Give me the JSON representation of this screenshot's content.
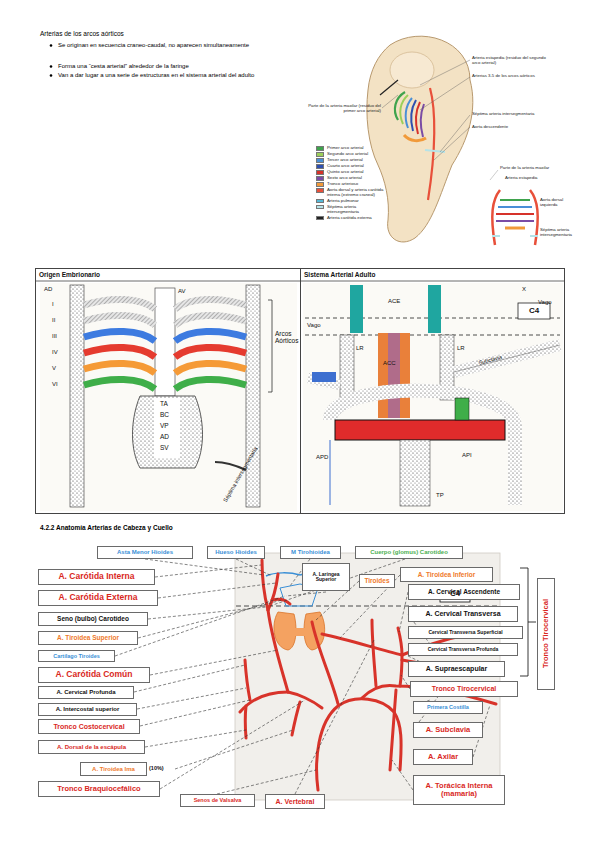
{
  "diagram": {
    "title": "Arterias de los arcos aórticos",
    "nodes": [
      {
        "text": [
          "Origen Embrionario"
        ]
      },
      {
        "text": [
          "Sistema Arterial Adulto"
        ]
      },
      {
        "text": [
          "Asta Menor Hioides"
        ]
      },
      {
        "text": [
          "Hueso Hioides"
        ]
      },
      {
        "text": [
          "M Tirohioidea"
        ]
      },
      {
        "text": [
          "Cuerpo (glomus) Carotídeo"
        ]
      },
      {
        "text": [
          "A. Laríngea Superior"
        ]
      },
      {
        "text": [
          "A. Carótida Interna"
        ]
      },
      {
        "text": [
          "A. Carótida Externa"
        ]
      },
      {
        "text": [
          "Seno (bulbo) Carotídeo"
        ]
      },
      {
        "text": [
          "A. Tiroidea Superior"
        ]
      },
      {
        "text": [
          "Cartílago Tiroides"
        ]
      },
      {
        "text": [
          "A. Carótida Común"
        ]
      },
      {
        "text": [
          "A. Cervical Profunda"
        ]
      },
      {
        "text": [
          "A. Intercostal superior"
        ]
      },
      {
        "text": [
          "Tronco Costocervical"
        ]
      },
      {
        "text": [
          "A. Dorsal de la escápula"
        ]
      },
      {
        "text": [
          "A. Tiroidea Ima"
        ]
      },
      {
        "text": [
          "Tronco Braquiocefálico"
        ]
      },
      {
        "text": [
          "Senos de Valsalva"
        ]
      },
      {
        "text": [
          "A. Vertebral"
        ]
      },
      {
        "text": [
          "Tiroides"
        ]
      },
      {
        "text": [
          "A. Tiroidea Inferior"
        ]
      },
      {
        "text": [
          "A. Cervical Ascendente"
        ]
      },
      {
        "text": [
          "A. Cervical Transversa"
        ]
      },
      {
        "text": [
          "Cervical Transversa Superficial"
        ]
      },
      {
        "text": [
          "Cervical Transversa Profunda"
        ]
      },
      {
        "text": [
          "A. Supraescapular"
        ]
      },
      {
        "text": [
          "Tronco Tirocervical"
        ]
      },
      {
        "text": [
          "Primera Costilla"
        ]
      },
      {
        "text": [
          "A. Subclavia"
        ]
      },
      {
        "text": [
          "A. Axilar"
        ]
      },
      {
        "text": [
          "A. Torácica Interna (mamaria)"
        ]
      },
      {
        "text": [
          "Tronco Tirocervical"
        ]
      }
    ],
    "labels": [
      "Se originan en secuencia craneo-caudal, no aparecen simultaneamente",
      "Forma una “cesta arterial” alrededor de la faringe",
      "Van a dar lugar a una serie de estructuras en el sistema arterial del adulto",
      "Arteria estapedia (residuo del segundo arco arterial)",
      "Arterias 3-5 de los arcos aórticos",
      "Parte de la arteria maxilar (residuo del primer arco arterial)",
      "Séptima arteria intersegmentaria",
      "Aorta descendente",
      "Parte de la arteria maxilar",
      "Arteria estapedia",
      "Aorta dorsal izquierda",
      "Séptima arteria intersegmentaria",
      "AD",
      "I",
      "II",
      "III",
      "IV",
      "V",
      "VI",
      "AV",
      "Arcos Aórticos",
      "TA",
      "BC",
      "VP",
      "AD",
      "SV",
      "Séptima intersegmentaria",
      "X",
      "Vago",
      "C4",
      "Vago",
      "ACE",
      "LR",
      "ACC",
      "LR",
      "Subclavia",
      "APD",
      "API",
      "TP",
      "4.2.2 Anatomía Arterias de Cabeza y Cuello",
      "(10%)",
      "C4"
    ],
    "legend": [
      {
        "text": "Primer arco arterial",
        "color": "#3fa34d"
      },
      {
        "text": "Segundo arco arterial",
        "color": "#9ccf5a"
      },
      {
        "text": "Tercer arco arterial",
        "color": "#4a8fd6"
      },
      {
        "text": "Cuarto arco arterial",
        "color": "#2e4fb0"
      },
      {
        "text": "Quinto arco arterial",
        "color": "#d6322a"
      },
      {
        "text": "Sexto arco arterial",
        "color": "#7b4ca5"
      },
      {
        "text": "Tronco arterioso",
        "color": "#f19a3a"
      },
      {
        "text": "Aorta dorsal y arteria carótida interna (extremo craneal)",
        "color": "#e8503a"
      },
      {
        "text": "Arteria pulmonar",
        "color": "#55b9d8"
      },
      {
        "text": "Séptima arteria intersegmentaria",
        "color": "#b5e3e8"
      },
      {
        "text": "Arteria carótida externa",
        "color": "#222222"
      }
    ]
  }
}
